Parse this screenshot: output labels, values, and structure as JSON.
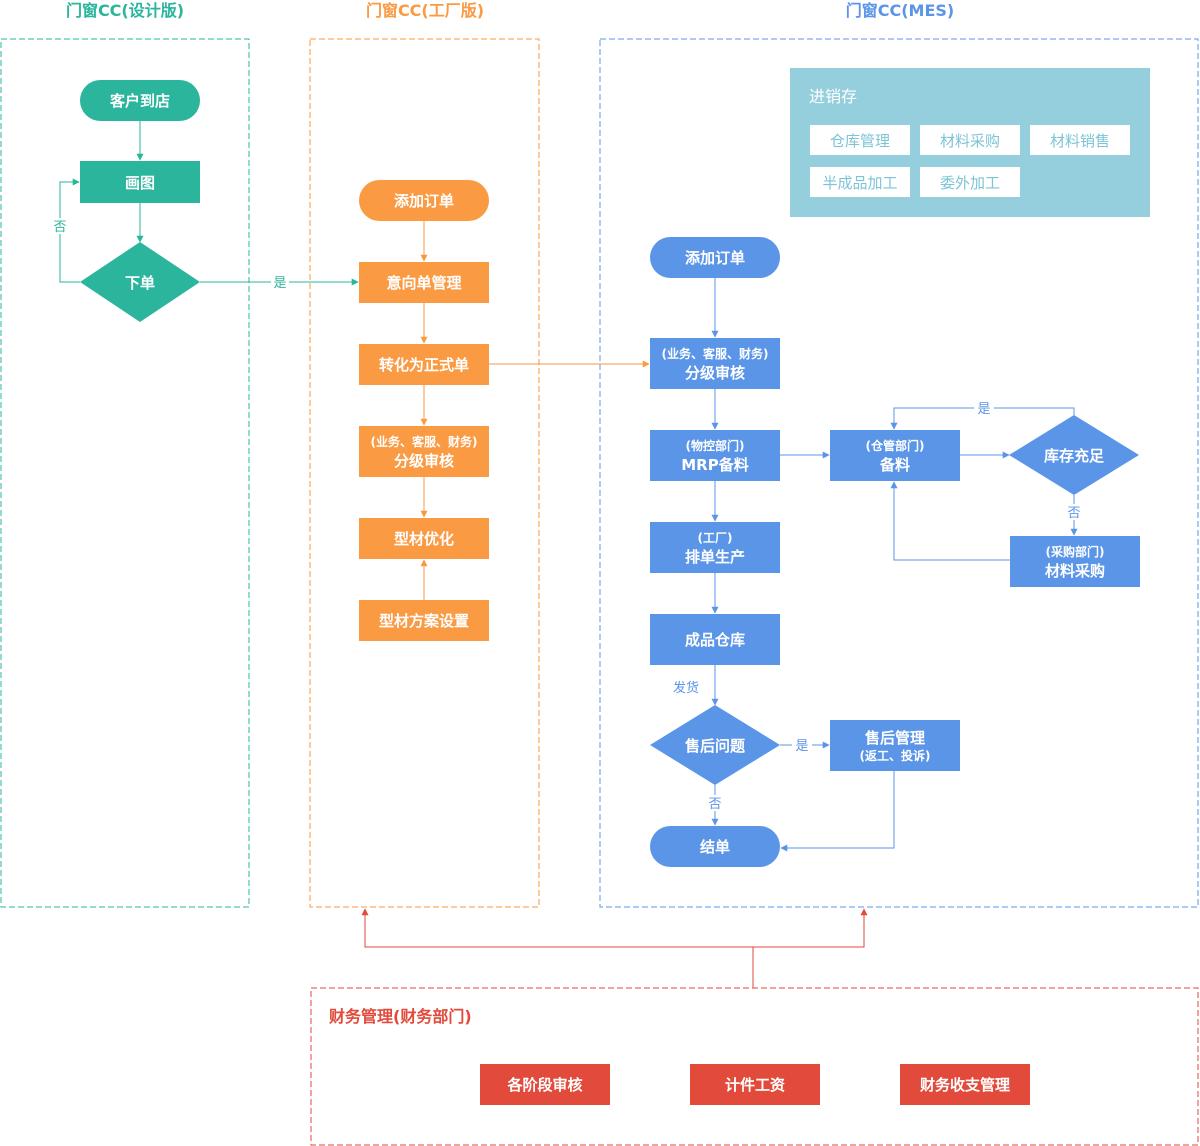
{
  "colors": {
    "design": "#2bb59c",
    "factory": "#fa9a42",
    "mes": "#5b95e8",
    "inventory_bg": "#95cfdd",
    "finance": "#e24a3b"
  },
  "columns": {
    "design": "门窗CC(设计版)",
    "factory": "门窗CC(工厂版)",
    "mes": "门窗CC(MES)"
  },
  "design": {
    "customer": "客户到店",
    "draw": "画图",
    "order": "下单",
    "no": "否",
    "yes": "是"
  },
  "factory": {
    "add_order": "添加订单",
    "intent_mgmt": "意向单管理",
    "convert": "转化为正式单",
    "review_sub": "(业务、客服、财务)",
    "review": "分级审核",
    "profile_opt": "型材优化",
    "profile_plan": "型材方案设置"
  },
  "mes": {
    "add_order": "添加订单",
    "review_sub": "(业务、客服、财务)",
    "review": "分级审核",
    "mrp_sub": "(物控部门)",
    "mrp": "MRP备料",
    "wh_sub": "(仓管部门)",
    "wh": "备料",
    "stock_check": "库存充足",
    "yes_top": "是",
    "no_stock": "否",
    "purch_sub": "(采购部门)",
    "purch": "材料采购",
    "prod_sub": "(工厂)",
    "prod": "排单生产",
    "finished": "成品仓库",
    "ship": "发货",
    "after_q": "售后问题",
    "yes_after": "是",
    "no_after": "否",
    "after_mgmt": "售后管理",
    "after_sub": "(返工、投诉)",
    "close": "结单"
  },
  "inventory": {
    "title": "进销存",
    "items": [
      "仓库管理",
      "材料采购",
      "材料销售",
      "半成品加工",
      "委外加工"
    ]
  },
  "finance": {
    "title": "财务管理(财务部门)",
    "items": [
      "各阶段审核",
      "计件工资",
      "财务收支管理"
    ]
  }
}
